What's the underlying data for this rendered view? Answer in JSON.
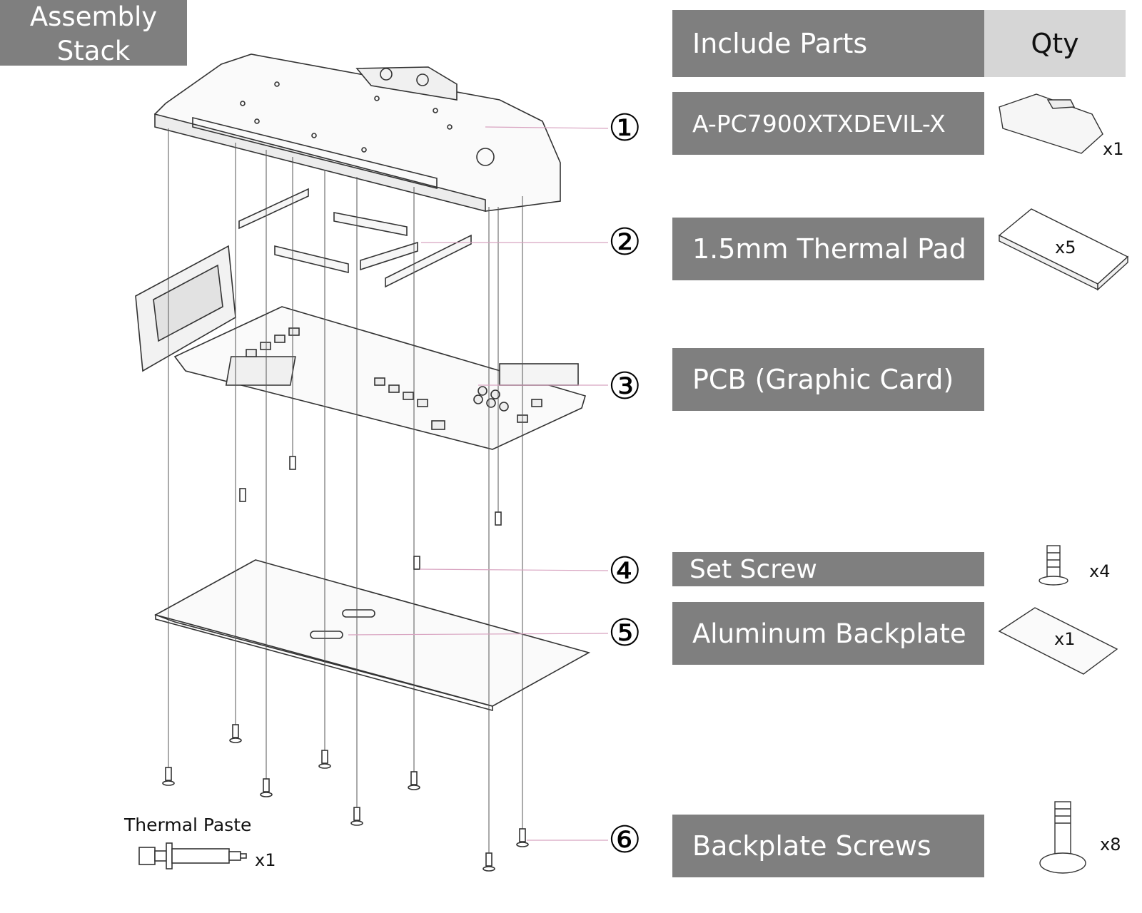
{
  "assembly_stack": {
    "line1": "Assembly",
    "line2": "Stack"
  },
  "parts_table": {
    "header_label": "Include Parts",
    "header_qty": "Qty",
    "rows": [
      {
        "label": "A-PC7900XTXDEVIL-X",
        "qty": "x1"
      },
      {
        "label": "1.5mm Thermal Pad",
        "qty": "x5"
      },
      {
        "label": "PCB (Graphic Card)",
        "qty": ""
      },
      {
        "label": "Set Screw",
        "qty": "x4"
      },
      {
        "label": "Aluminum Backplate",
        "qty": "x1"
      },
      {
        "label": "Backplate Screws",
        "qty": "x8"
      }
    ]
  },
  "callouts": [
    "①",
    "②",
    "③",
    "④",
    "⑤",
    "⑥"
  ],
  "thermal_paste": {
    "label": "Thermal Paste",
    "qty": "x1"
  },
  "colors": {
    "bar": "#7f7f7f",
    "qty_header": "#d6d6d6",
    "leader_line": "#d8a3c0",
    "line_art": "#333333"
  }
}
